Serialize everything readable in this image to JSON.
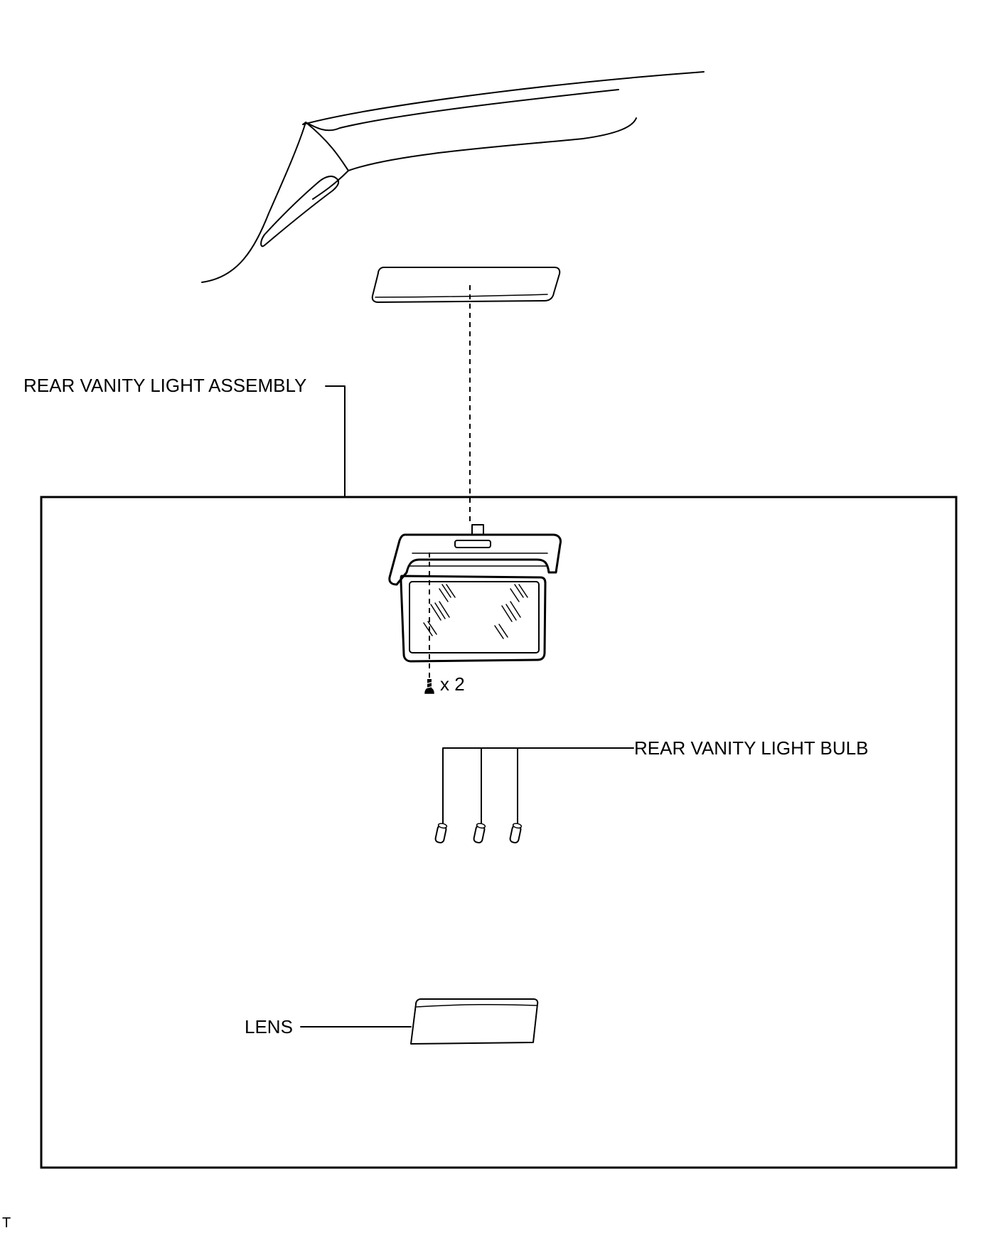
{
  "labels": {
    "assembly": "REAR VANITY LIGHT ASSEMBLY",
    "screw_qty": "x 2",
    "bulb": "REAR VANITY LIGHT BULB",
    "lens": "LENS",
    "corner_mark": "T"
  },
  "icons": {
    "screw": "screw-icon",
    "bulb": "bulb-icon"
  }
}
